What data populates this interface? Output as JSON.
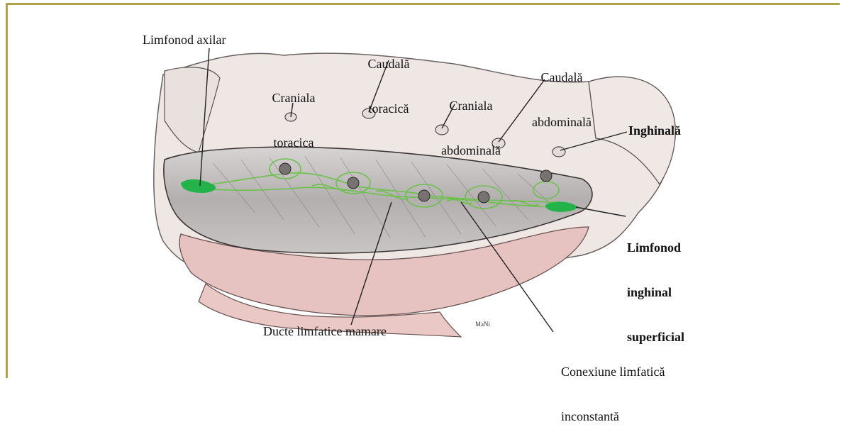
{
  "labels": {
    "limfonod_axilar": "Limfonod axilar",
    "craniala_toracica": [
      "Craniala",
      "toracica"
    ],
    "caudala_toracica": [
      "Caudală",
      "toracică"
    ],
    "craniala_abdominala": [
      "Craniala",
      "abdominală"
    ],
    "caudala_abdominala": [
      "Caudală",
      "abdominală"
    ],
    "inghinala": "Inghinală",
    "limfonod_inghinal": [
      "Limfonod",
      "inghinal",
      "superficial"
    ],
    "ducte_limfatice": "Ducte limfatice mamare",
    "conexiune": [
      "Conexiune limfatică",
      "inconstantă"
    ],
    "signature": "MaNi"
  },
  "colors": {
    "frame": "#b0a24a",
    "skin": "#ece6e2",
    "fur": "#b9b6b6",
    "muscle": "#e8c4c0",
    "lymph": "#6ac24a",
    "node": "#24b24a"
  }
}
